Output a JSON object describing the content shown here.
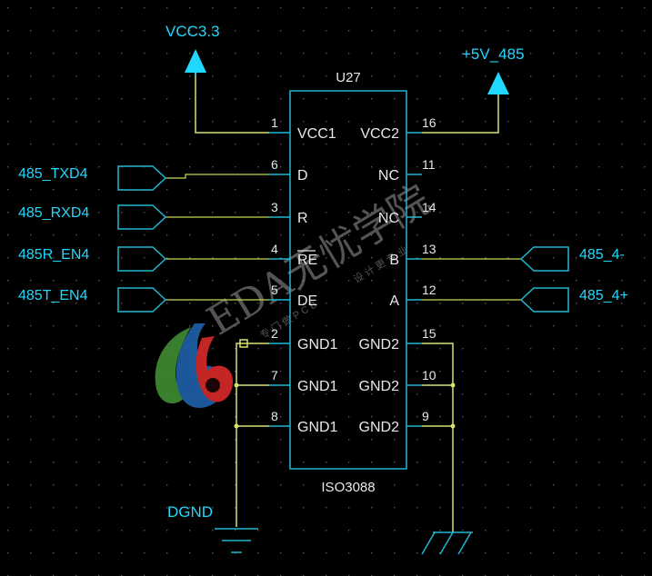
{
  "colors": {
    "background": "#000000",
    "grid_dot": "#5a5a5a",
    "outline": "#20b8d0",
    "pin_text": "#e8e8e8",
    "label_text": "#20d8ff",
    "wire": "#d8e070",
    "wire_yellow": "#c8d850",
    "logo_red": "#d52a2a",
    "logo_blue": "#1f5fa8",
    "logo_green": "#3e8a32",
    "watermark": "#9a9a9a"
  },
  "component": {
    "ref": "U27",
    "part": "ISO3088",
    "left_pins": [
      {
        "num": "1",
        "name": "VCC1"
      },
      {
        "num": "6",
        "name": "D"
      },
      {
        "num": "3",
        "name": "R"
      },
      {
        "num": "4",
        "name": "RE",
        "overbar": true
      },
      {
        "num": "5",
        "name": "DE"
      },
      {
        "num": "2",
        "name": "GND1"
      },
      {
        "num": "7",
        "name": "GND1"
      },
      {
        "num": "8",
        "name": "GND1"
      }
    ],
    "right_pins": [
      {
        "num": "16",
        "name": "VCC2"
      },
      {
        "num": "11",
        "name": "NC"
      },
      {
        "num": "14",
        "name": "NC"
      },
      {
        "num": "13",
        "name": "B"
      },
      {
        "num": "12",
        "name": "A"
      },
      {
        "num": "15",
        "name": "GND2"
      },
      {
        "num": "10",
        "name": "GND2"
      },
      {
        "num": "9",
        "name": "GND2"
      }
    ]
  },
  "power": {
    "vcc_left": "VCC3.3",
    "vcc_right": "+5V_485",
    "ground_left": "DGND"
  },
  "net_ports_left": [
    "485_TXD4",
    "485_RXD4",
    "485R_EN4",
    "485T_EN4"
  ],
  "net_ports_right": [
    "485_4-",
    "485_4+"
  ],
  "watermark": {
    "title": "EDA无忧学院",
    "subtitle_left": "专 门 做 P C B",
    "subtitle_right": "设 计 更 专 业"
  }
}
